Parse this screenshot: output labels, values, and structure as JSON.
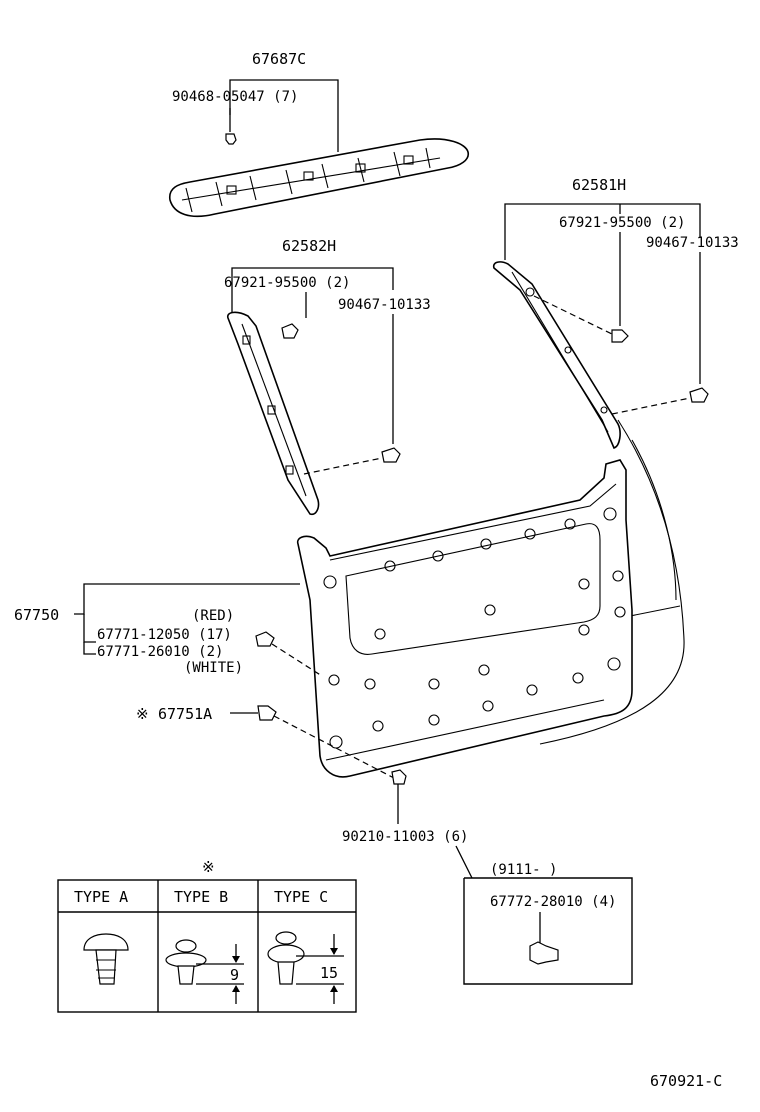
{
  "labels": {
    "top_molding": "67687C",
    "top_clip": "90468-05047 (7)",
    "right_trim": "62581H",
    "right_clip1": "67921-95500 (2)",
    "right_clip2": "90467-10133",
    "left_trim": "62582H",
    "left_clip1": "67921-95500 (2)",
    "left_clip2": "90467-10133",
    "door_trim": "67750",
    "red_note": "(RED)",
    "door_clip1": "67771-12050 (17)",
    "door_clip2": "67771-26010 (2)",
    "white_note": "(WHITE)",
    "ref_mark": "※",
    "ref_part": "67751A",
    "bottom_clip": "90210-11003 (6)",
    "date_range": "(9111-     )",
    "alt_clip": "67772-28010 (4)",
    "diagram_code": "670921-C"
  },
  "type_table": {
    "mark": "※",
    "headers": [
      "TYPE A",
      "TYPE B",
      "TYPE C"
    ],
    "dim_b": "9",
    "dim_c": "15"
  }
}
